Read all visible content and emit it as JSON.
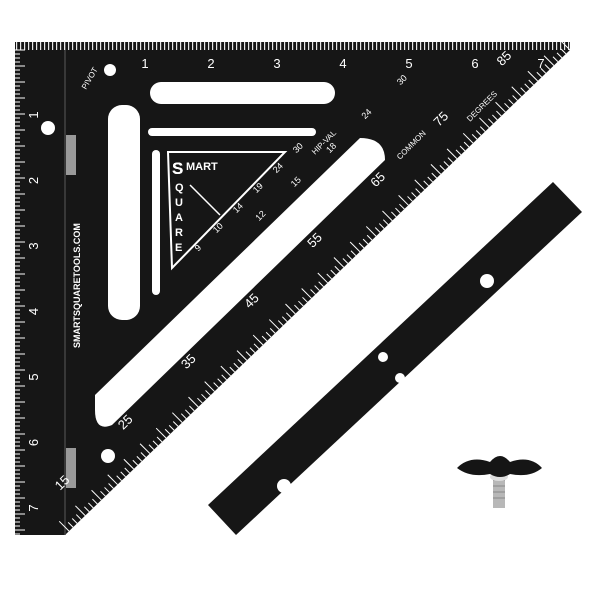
{
  "product": {
    "brand_logo_text": "SMART SQUARE",
    "website": "SMARTSQUARETOOLS.COM",
    "pivot_label": "PIVOT",
    "scale_labels": {
      "hip_val": "HIP-VAL",
      "common": "COMMON",
      "degrees": "DEGREES"
    },
    "fence_inches": [
      "1",
      "2",
      "3",
      "4",
      "5",
      "6",
      "7"
    ],
    "top_inches": [
      "1",
      "2",
      "3",
      "4",
      "5",
      "6",
      "7"
    ],
    "degree_marks": [
      "15",
      "25",
      "35",
      "45",
      "55",
      "65",
      "75",
      "85"
    ],
    "common_marks": [
      "12",
      "15",
      "18",
      "24",
      "30"
    ],
    "hip_marks": [
      "9",
      "10",
      "14",
      "19",
      "24",
      "30"
    ],
    "colors": {
      "metal": "#161616",
      "engraving": "#ffffff",
      "background": "#ffffff",
      "bolt": "#b8b8b8"
    }
  }
}
